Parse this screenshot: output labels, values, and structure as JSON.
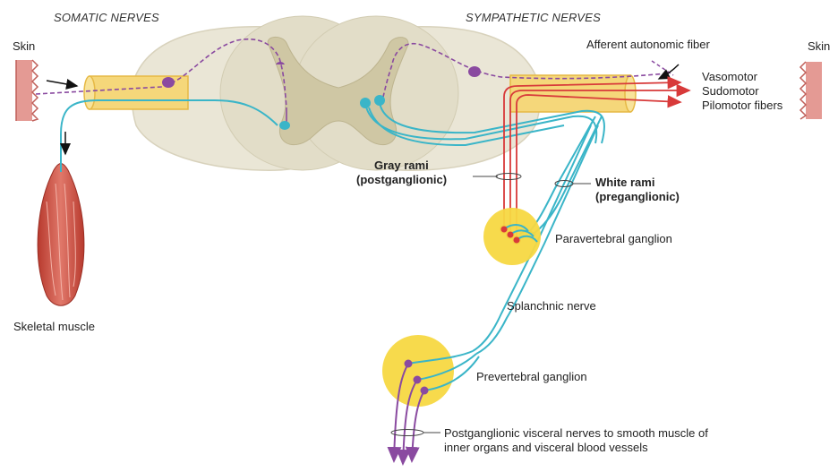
{
  "headings": {
    "somatic": "SOMATIC NERVES",
    "sympathetic": "SYMPATHETIC NERVES"
  },
  "labels": {
    "skin_left": "Skin",
    "skin_right": "Skin",
    "skeletal_muscle": "Skeletal muscle",
    "afferent_autonomic_fiber": "Afferent autonomic fiber",
    "vasomotor": "Vasomotor",
    "sudomotor": "Sudomotor",
    "pilomotor": "Pilomotor fibers",
    "gray_rami": "Gray rami",
    "gray_rami_sub": "(postganglionic)",
    "white_rami": "White rami",
    "white_rami_sub": "(preganglionic)",
    "paravertebral_ganglion": "Paravertebral ganglion",
    "splanchnic_nerve": "Splanchnic nerve",
    "prevertebral_ganglion": "Prevertebral ganglion",
    "postganglionic_visceral_1": "Postganglionic visceral nerves to smooth muscle of",
    "postganglionic_visceral_2": "inner organs and visceral blood vessels"
  },
  "colors": {
    "sensory_purple": "#8a4aa0",
    "motor_cyan": "#3ab5c8",
    "postganglionic_red": "#d83a3a",
    "ganglion_yellow": "#f7d842",
    "nerve_yellow": "#f5d77a",
    "cord_fill": "#eae6d6",
    "gray_matter": "#cfc7a4",
    "muscle_red": "#c94a3c",
    "skin_pink": "#e49a94"
  }
}
